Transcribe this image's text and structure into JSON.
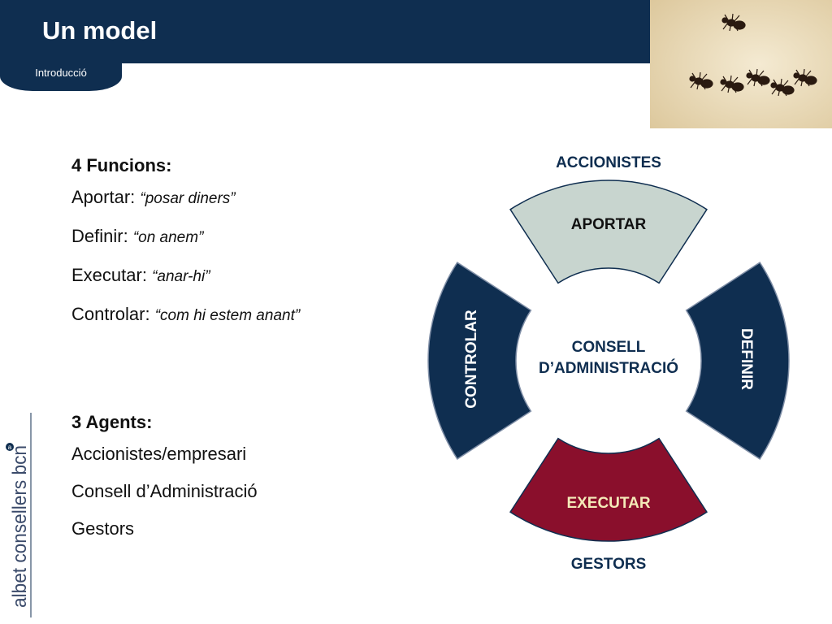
{
  "header": {
    "title": "Un model",
    "section_tab": "Introducció"
  },
  "functions": {
    "heading": "4 Funcions:",
    "items": [
      {
        "verb": "Aportar:",
        "quote": "“posar diners”"
      },
      {
        "verb": "Definir:",
        "quote": "“on anem”"
      },
      {
        "verb": "Executar:",
        "quote": "“anar-hi”"
      },
      {
        "verb": "Controlar:",
        "quote": "“com hi estem anant”"
      }
    ]
  },
  "agents": {
    "heading": "3 Agents:",
    "items": [
      "Accionistes/empresari",
      "Consell d’Administració",
      "Gestors"
    ]
  },
  "diagram": {
    "top_label": "ACCIONISTES",
    "bottom_label": "GESTORS",
    "center_line1": "CONSELL",
    "center_line2": "D’ADMINISTRACIÓ",
    "aportar": "APORTAR",
    "definir": "DEFINIR",
    "executar": "EXECUTAR",
    "controlar": "CONTROLAR"
  },
  "logo": {
    "text": "albet consellers bcn"
  },
  "colors": {
    "navy": "#0f2e50",
    "light_green": "#c8d5cf",
    "maroon": "#8a0f2c",
    "executar_text": "#f4e9b8"
  }
}
